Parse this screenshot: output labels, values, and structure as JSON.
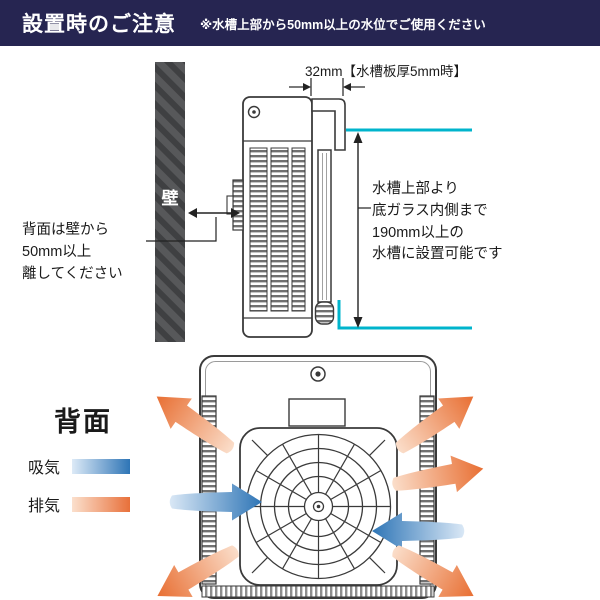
{
  "header": {
    "title": "設置時のご注意",
    "note": "※水槽上部から50mm以上の水位でご使用ください"
  },
  "side_view": {
    "wall_label": "壁",
    "wall_clearance_note": "背面は壁から\n50mm以上\n離してください",
    "hook_width_dimension": "32mm【水槽板厚5mm時】",
    "tank_depth_note": "水槽上部より\n底ガラス内側まで\n190mm以上の\n水槽に設置可能です"
  },
  "back_view": {
    "title": "背面",
    "legend": {
      "intake_label": "吸気",
      "exhaust_label": "排気"
    }
  },
  "colors": {
    "header_bg": "#262551",
    "tank_glass": "#00b4cc",
    "intake_blue": "#2e75b6",
    "exhaust_orange": "#e8703a",
    "wall_gray": "#57585a",
    "line_art": "#3a3a3a"
  }
}
